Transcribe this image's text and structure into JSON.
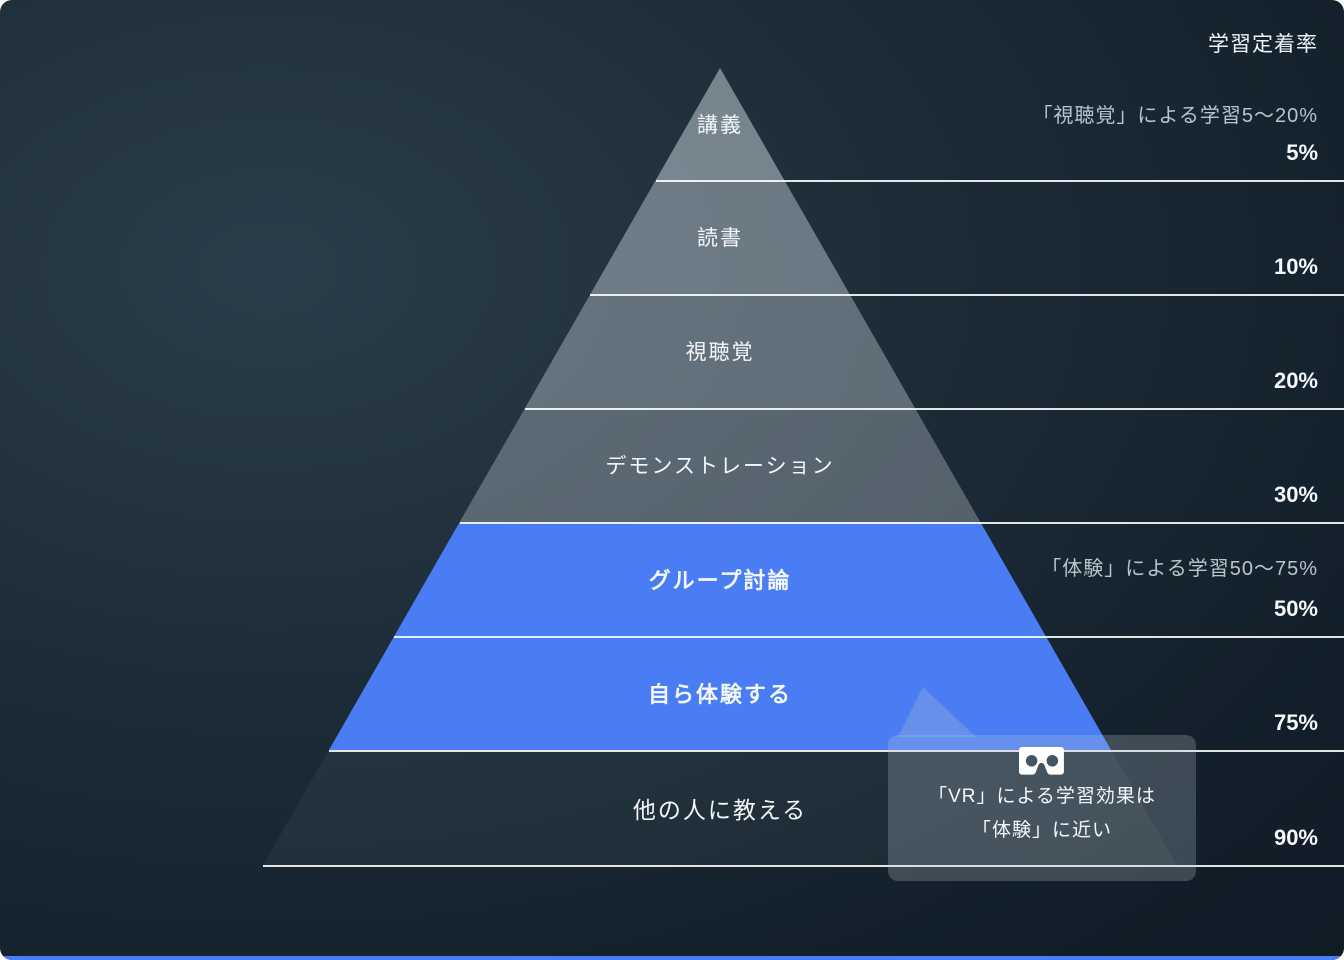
{
  "title": "学習定着率",
  "pyramid": {
    "levels": [
      {
        "label": "講義",
        "percent": "5%"
      },
      {
        "label": "読書",
        "percent": "10%"
      },
      {
        "label": "視聴覚",
        "percent": "20%"
      },
      {
        "label": "デモンストレーション",
        "percent": "30%"
      },
      {
        "label": "グループ討論",
        "percent": "50%"
      },
      {
        "label": "自ら体験する",
        "percent": "75%"
      },
      {
        "label": "他の人に教える",
        "percent": "90%"
      }
    ]
  },
  "annotations": {
    "audiovisual": "「視聴覚」による学習5〜20%",
    "experience": "「体験」による学習50〜75%"
  },
  "callout": {
    "icon": "vr-cardboard-icon",
    "line1": "「VR」による学習効果は",
    "line2": "「体験」に近い"
  },
  "colors": {
    "accent_blue": "#4a7df4",
    "background_dark": "#101f29",
    "line_white": "#ffffff",
    "note_gray": "#b9c5cd"
  }
}
